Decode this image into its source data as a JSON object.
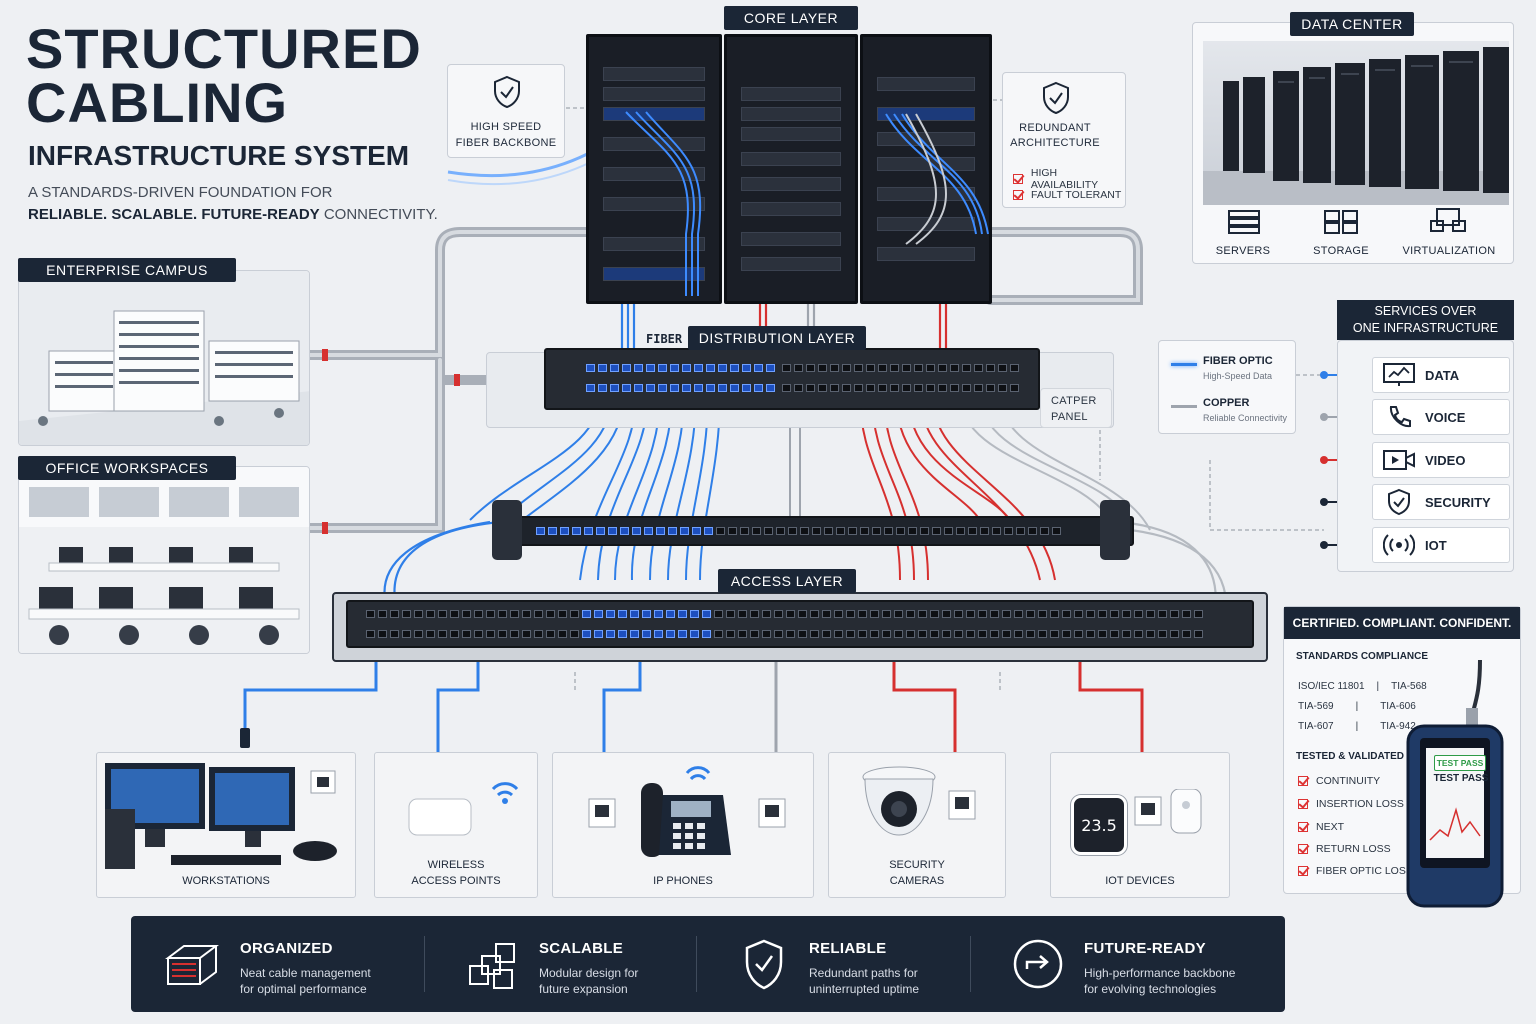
{
  "title": {
    "line1": "STRUCTURED",
    "line2": "CABLING",
    "line3": "INFRASTRUCTURE SYSTEM",
    "tagline_a": "A STANDARDS-DRIVEN FOUNDATION FOR",
    "tagline_b1": "RELIABLE. SCALABLE. FUTURE-READY",
    "tagline_b2": " CONNECTIVITY."
  },
  "layers": {
    "core": "CORE LAYER",
    "distribution": "DISTRIBUTION LAYER",
    "access": "ACCESS LAYER",
    "fiber_tag": "FIBER"
  },
  "callouts": {
    "backbone_l1": "HIGH SPEED",
    "backbone_l2": "FIBER BACKBONE",
    "redundant_l1": "REDUNDANT",
    "redundant_l2": "ARCHITECTURE",
    "redundant_items": [
      "HIGH AVAILABILITY",
      "FAULT TOLERANT"
    ],
    "patch_l1": "CATPER",
    "patch_l2": "PANEL"
  },
  "sites": {
    "campus": "ENTERPRISE CAMPUS",
    "office": "OFFICE WORKSPACES"
  },
  "data_center": {
    "title": "DATA CENTER",
    "items": [
      "SERVERS",
      "STORAGE",
      "VIRTUALIZATION"
    ]
  },
  "legend": {
    "fiber": "FIBER OPTIC",
    "fiber_sub": "High-Speed Data",
    "copper": "COPPER",
    "copper_sub": "Reliable Connectivity",
    "fiber_color": "#2f7fe8",
    "copper_color": "#9ea4ad"
  },
  "services": {
    "title_l1": "SERVICES OVER",
    "title_l2": "ONE INFRASTRUCTURE",
    "items": [
      {
        "label": "DATA",
        "icon": "monitor-chart-icon",
        "color": "#2f7fe8"
      },
      {
        "label": "VOICE",
        "icon": "phone-icon",
        "color": "#9ea4ad"
      },
      {
        "label": "VIDEO",
        "icon": "video-icon",
        "color": "#d6302f"
      },
      {
        "label": "SECURITY",
        "icon": "shield-icon",
        "color": "#1b2636"
      },
      {
        "label": "IOT",
        "icon": "iot-signal-icon",
        "color": "#1b2636"
      }
    ]
  },
  "certification": {
    "title": "CERTIFIED. COMPLIANT. CONFIDENT.",
    "standards_title": "STANDARDS COMPLIANCE",
    "standards": [
      [
        "ISO/IEC 11801",
        "TIA-568"
      ],
      [
        "TIA-569",
        "TIA-606"
      ],
      [
        "TIA-607",
        "TIA-942"
      ]
    ],
    "tested_title": "TESTED & VALIDATED",
    "tests": [
      "CONTINUITY",
      "INSERTION LOSS",
      "NEXT",
      "RETURN LOSS",
      "FIBER OPTIC LOSS"
    ],
    "tester_badge": "TEST PASS",
    "tester_screen": "TEST PASS"
  },
  "endpoints": [
    {
      "l1": "WORKSTATIONS",
      "l2": ""
    },
    {
      "l1": "WIRELESS",
      "l2": "ACCESS POINTS"
    },
    {
      "l1": "IP PHONES",
      "l2": ""
    },
    {
      "l1": "SECURITY",
      "l2": "CAMERAS"
    },
    {
      "l1": "IOT DEVICES",
      "l2": ""
    }
  ],
  "thermostat_reading": "23.5",
  "features": [
    {
      "title": "ORGANIZED",
      "l1": "Neat cable management",
      "l2": "for optimal performance",
      "icon": "cable-tray-icon"
    },
    {
      "title": "SCALABLE",
      "l1": "Modular design for",
      "l2": "future expansion",
      "icon": "modular-blocks-icon"
    },
    {
      "title": "RELIABLE",
      "l1": "Redundant paths for",
      "l2": "uninterrupted uptime",
      "icon": "shield-check-icon"
    },
    {
      "title": "FUTURE-READY",
      "l1": "High-performance backbone",
      "l2": "for evolving technologies",
      "icon": "arrow-forward-icon"
    }
  ]
}
